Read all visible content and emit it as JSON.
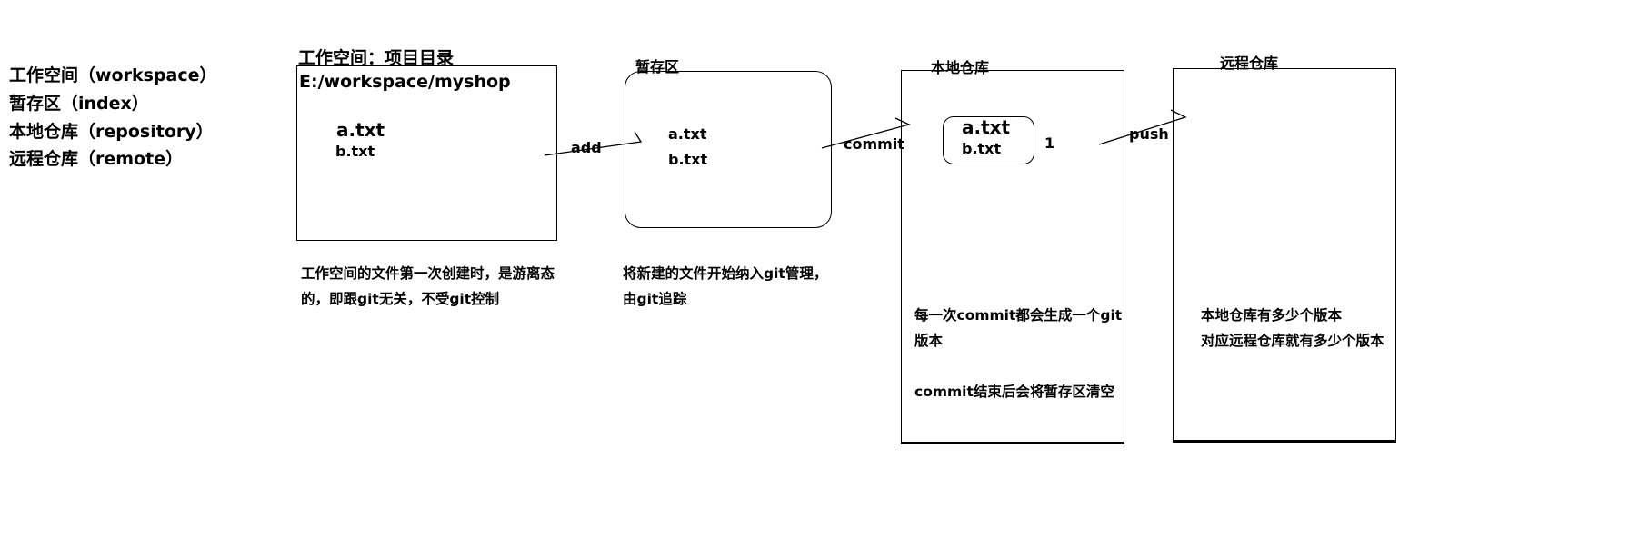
{
  "legend": [
    "工作空间（workspace）",
    "暂存区（index）",
    "本地仓库（repository）",
    "远程仓库（remote）"
  ],
  "workspace": {
    "title": "工作空间：项目目录",
    "path": "E:/workspace/myshop",
    "files": [
      "a.txt",
      "b.txt"
    ],
    "note_lines": [
      "工作空间的文件第一次创建时，是游离态",
      "的，即跟git无关，不受git控制"
    ]
  },
  "index": {
    "title": "暂存区",
    "files": [
      "a.txt",
      "b.txt"
    ],
    "note_lines": [
      "将新建的文件开始纳入git管理，",
      "由git追踪"
    ]
  },
  "repository": {
    "title": "本地仓库",
    "files": [
      "a.txt",
      "b.txt"
    ],
    "version_marker": "1",
    "note_lines": [
      "每一次commit都会生成一个git",
      "版本",
      "commit结束后会将暂存区清空"
    ]
  },
  "remote": {
    "title": "远程仓库",
    "note_lines": [
      "本地仓库有多少个版本",
      "对应远程仓库就有多少个版本"
    ]
  },
  "arrows": {
    "add": "add",
    "commit": "commit",
    "push": "push"
  }
}
